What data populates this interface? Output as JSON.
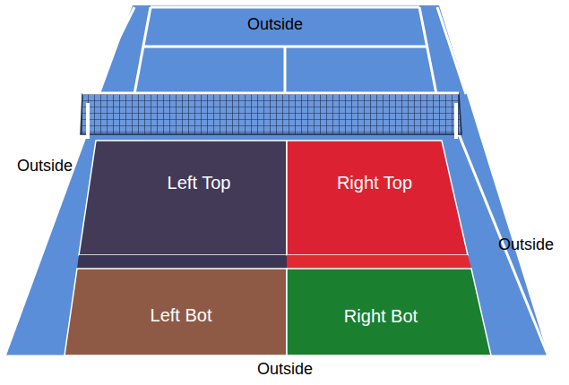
{
  "diagram": {
    "nodes": [
      {
        "text": [
          "Left Top"
        ]
      },
      {
        "text": [
          "Right Top"
        ]
      },
      {
        "text": [
          "Left Bot"
        ]
      },
      {
        "text": [
          "Right Bot"
        ]
      }
    ],
    "labels": [
      "Outside",
      "Outside",
      "Outside",
      "Outside"
    ]
  }
}
